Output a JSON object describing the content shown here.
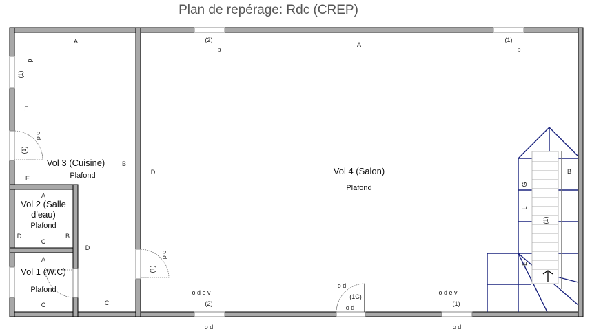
{
  "title": "Plan de repérage: Rdc (CREP)",
  "rooms": {
    "cuisine": {
      "name": "Vol 3 (Cuisine)",
      "ceiling": "Plafond"
    },
    "salon": {
      "name": "Vol 4 (Salon)",
      "ceiling": "Plafond"
    },
    "salle_eau": {
      "name_line1": "Vol 2 (Salle",
      "name_line2": "d'eau)",
      "ceiling": "Plafond"
    },
    "wc": {
      "name": "Vol 1 (W.C)",
      "ceiling": "Plafond"
    }
  },
  "wall_labels": {
    "A": "A",
    "B": "B",
    "C": "C",
    "D": "D",
    "E": "E",
    "F": "F",
    "G": "G",
    "L": "L"
  },
  "markers": {
    "p": "p",
    "po": "p o",
    "od": "o d",
    "odev": "o d e v",
    "n1": "(1)",
    "n2": "(2)",
    "n1c": "(1C)"
  },
  "colors": {
    "wall": "#a8a8a8",
    "stairs": "#1a237e"
  }
}
